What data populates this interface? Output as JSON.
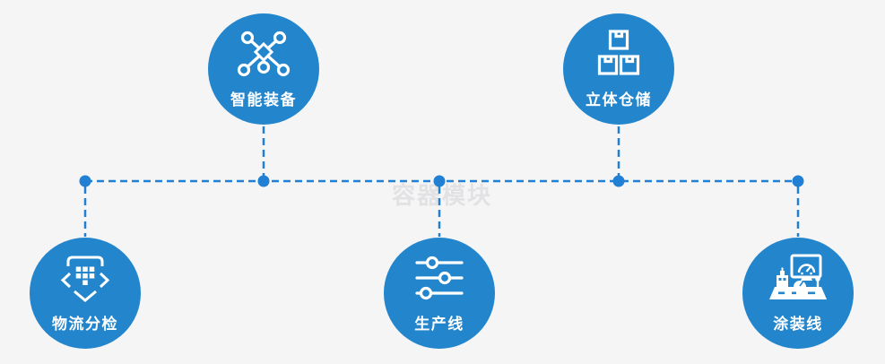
{
  "watermark": {
    "text": "容器模块"
  },
  "colors": {
    "bg": "#f5f5f6",
    "circle": "#2386cd",
    "line": "#2180d3",
    "watermark": "#e2e2e4",
    "icon": "#ffffff"
  },
  "nodes": [
    {
      "id": "smart-equipment",
      "label": "智能装备",
      "icon": "network-nodes-icon"
    },
    {
      "id": "warehouse-storage",
      "label": "立体仓储",
      "icon": "stacked-boxes-icon"
    },
    {
      "id": "logistics-sorting",
      "label": "物流分检",
      "icon": "sorting-grid-arrows-icon"
    },
    {
      "id": "production-line",
      "label": "生产线",
      "icon": "sliders-icon"
    },
    {
      "id": "painting-line",
      "label": "涂装线",
      "icon": "control-station-icon"
    }
  ]
}
